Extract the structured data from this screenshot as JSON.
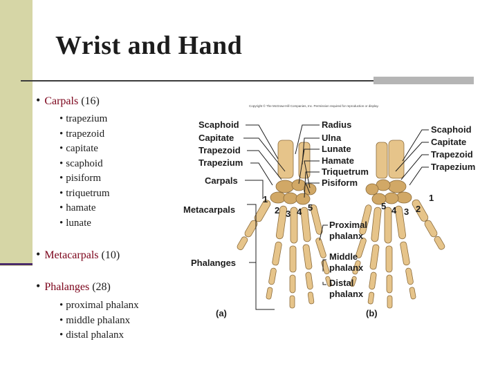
{
  "slide": {
    "title": "Wrist and Hand"
  },
  "bullets": {
    "carpals": {
      "label": "Carpals",
      "count": "(16)",
      "items": [
        "trapezium",
        "trapezoid",
        "capitate",
        "scaphoid",
        "pisiform",
        "triquetrum",
        "hamate",
        "lunate"
      ]
    },
    "metacarpals": {
      "label": "Metacarpals",
      "count": "(10)"
    },
    "phalanges": {
      "label": "Phalanges",
      "count": "(28)",
      "items": [
        "proximal phalanx",
        "middle phalanx",
        "distal phalanx"
      ]
    }
  },
  "figure": {
    "copyright": "Copyright © The McGraw-Hill Companies, Inc. Permission required for reproduction or display.",
    "left_labels": [
      "Scaphoid",
      "Capitate",
      "Trapezoid",
      "Trapezium",
      "Carpals",
      "Metacarpals",
      "Phalanges"
    ],
    "center_labels": [
      "Radius",
      "Ulna",
      "Lunate",
      "Hamate",
      "Triquetrum",
      "Pisiform",
      "Proximal",
      "phalanx",
      "Middle",
      "phalanx",
      "Distal",
      "phalanx"
    ],
    "right_labels": [
      "Scaphoid",
      "Capitate",
      "Trapezoid",
      "Trapezium"
    ],
    "panel_a": "(a)",
    "panel_b": "(b)",
    "numbers_a": [
      "1",
      "2",
      "3",
      "4",
      "5"
    ],
    "numbers_b": [
      "5",
      "4",
      "3",
      "2",
      "1"
    ],
    "colors": {
      "bone": "#e6c48a",
      "accent": "#7a0018"
    }
  }
}
